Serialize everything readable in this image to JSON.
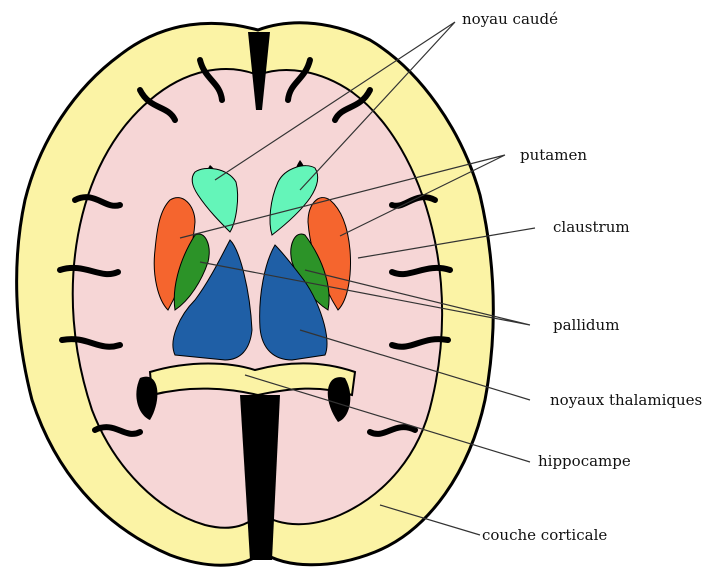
{
  "labels": {
    "caudate": "noyau caudé",
    "putamen": "putamen",
    "claustrum": "claustrum",
    "pallidum": "pallidum",
    "thalamus": "noyaux thalamiques",
    "hippocampus": "hippocampe",
    "cortex": "couche corticale"
  },
  "colors": {
    "cortex": "#fbf3a5",
    "white_matter": "#f6d6d6",
    "caudate": "#64f5b9",
    "putamen": "#f5652e",
    "pallidum": "#2c9328",
    "thalamus": "#1f5fa6",
    "csf": "#000000"
  }
}
